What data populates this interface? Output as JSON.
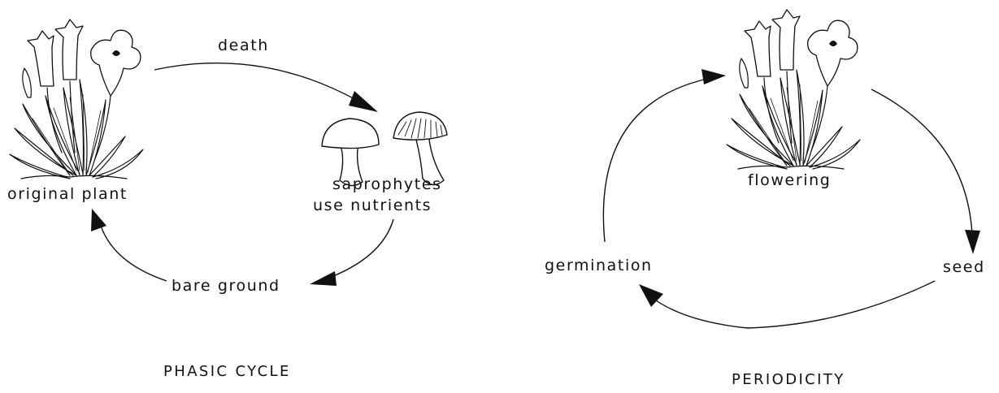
{
  "phasic_cycle": {
    "caption": "PHASIC CYCLE",
    "nodes": {
      "original_plant": "original plant",
      "death": "death",
      "saprophytes_line1": "saprophytes",
      "saprophytes_line2": "use nutrients",
      "bare_ground": "bare ground"
    }
  },
  "periodicity": {
    "caption": "PERIODICITY",
    "nodes": {
      "flowering": "flowering",
      "seed": "seed",
      "germination": "germination"
    }
  }
}
